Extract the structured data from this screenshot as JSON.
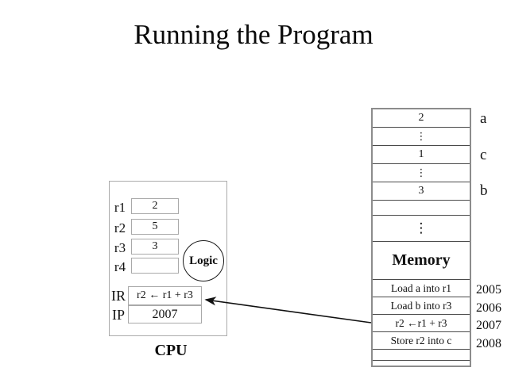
{
  "title": "Running the Program",
  "cpu": {
    "caption": "CPU",
    "logic_label": "Logic",
    "registers": [
      {
        "name": "r1",
        "value": "2"
      },
      {
        "name": "r2",
        "value": "5"
      },
      {
        "name": "r3",
        "value": "3"
      },
      {
        "name": "r4",
        "value": ""
      }
    ],
    "ir": {
      "name": "IR",
      "value": "r2 ← r1 + r3"
    },
    "ip": {
      "name": "IP",
      "value": "2007"
    }
  },
  "memory": {
    "caption": "Memory",
    "ellipsis": "⋮",
    "data_cells": [
      {
        "value": "2",
        "var": "a"
      },
      {
        "value": "1",
        "var": "c"
      },
      {
        "value": "3",
        "var": "b"
      }
    ],
    "instructions": [
      {
        "text": "Load a into r1",
        "address": "2005"
      },
      {
        "text": "Load b into r3",
        "address": "2006"
      },
      {
        "text": "r2 ←r1 + r3",
        "address": "2007"
      },
      {
        "text": "Store r2 into c",
        "address": "2008"
      }
    ]
  },
  "colors": {
    "text": "#0a0a0a",
    "cpu_border_gray": "#ababab",
    "memory_outer_border": "#8c8c8c",
    "memory_inner_line": "#4a4a4a",
    "arrow": "#111111"
  }
}
